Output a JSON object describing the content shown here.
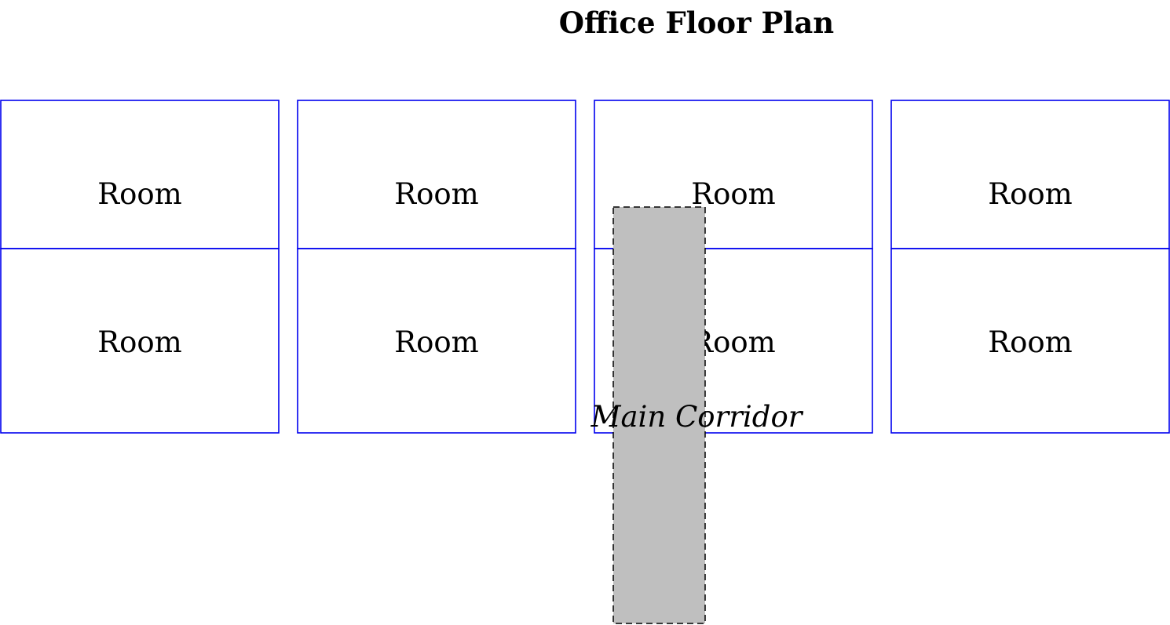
{
  "title": "Office Floor Plan",
  "rooms": [
    {
      "label": "Room"
    },
    {
      "label": "Room"
    },
    {
      "label": "Room"
    },
    {
      "label": "Room"
    },
    {
      "label": "Room"
    },
    {
      "label": "Room"
    },
    {
      "label": "Room"
    },
    {
      "label": "Room"
    }
  ],
  "corridor": {
    "label": "Main Corridor"
  },
  "colors": {
    "room_border": "#0000ee",
    "corridor_fill": "#bfbfbf",
    "text": "#000000"
  }
}
